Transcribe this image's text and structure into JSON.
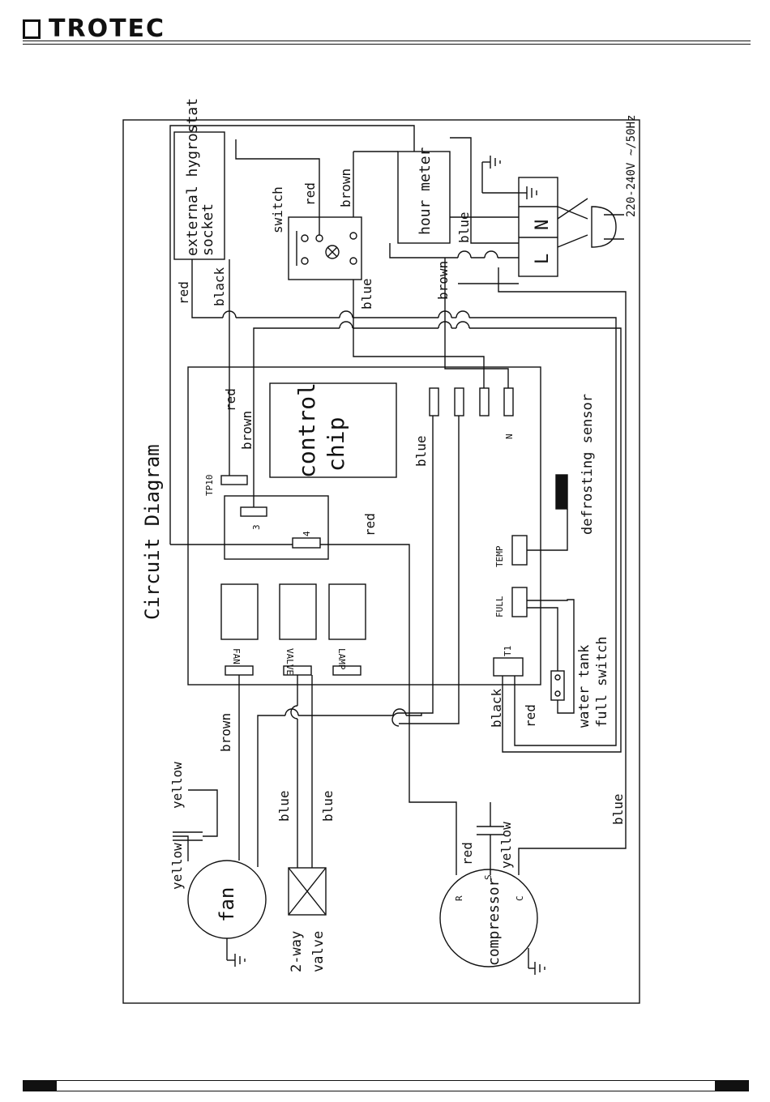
{
  "header": {
    "brand": "TROTEC"
  },
  "diagram": {
    "title": "Circuit Diagram",
    "supply": "220-240V ~/50Hz",
    "hygrostat": "external hygrostat socket",
    "hygrostat_l1": "external hygrostat",
    "hygrostat_l2": "socket",
    "switch": "switch",
    "hour_meter": "hour meter",
    "terminal_l": "L",
    "terminal_n": "N",
    "control_chip_l1": "control",
    "control_chip_l2": "chip",
    "defrosting_sensor": "defrosting sensor",
    "water_tank_l1": "water tank",
    "water_tank_l2": "full switch",
    "fan": "fan",
    "valve_l1": "2-way",
    "valve_l2": "valve",
    "compressor": "compressor",
    "pin_tp10": "TP10",
    "pin_3": "3",
    "pin_4": "4",
    "pin_n": "N",
    "pin_temp": "TEMP",
    "pin_full": "FULL",
    "pin_t1": "T1",
    "pin_fan": "FAN",
    "pin_valve": "VALVE",
    "pin_lamp": "LAMP",
    "comp_r": "R",
    "comp_s": "S",
    "comp_c": "C",
    "w_red": "red",
    "w_black": "black",
    "w_brown": "brown",
    "w_blue": "blue",
    "w_yellow": "yellow"
  }
}
